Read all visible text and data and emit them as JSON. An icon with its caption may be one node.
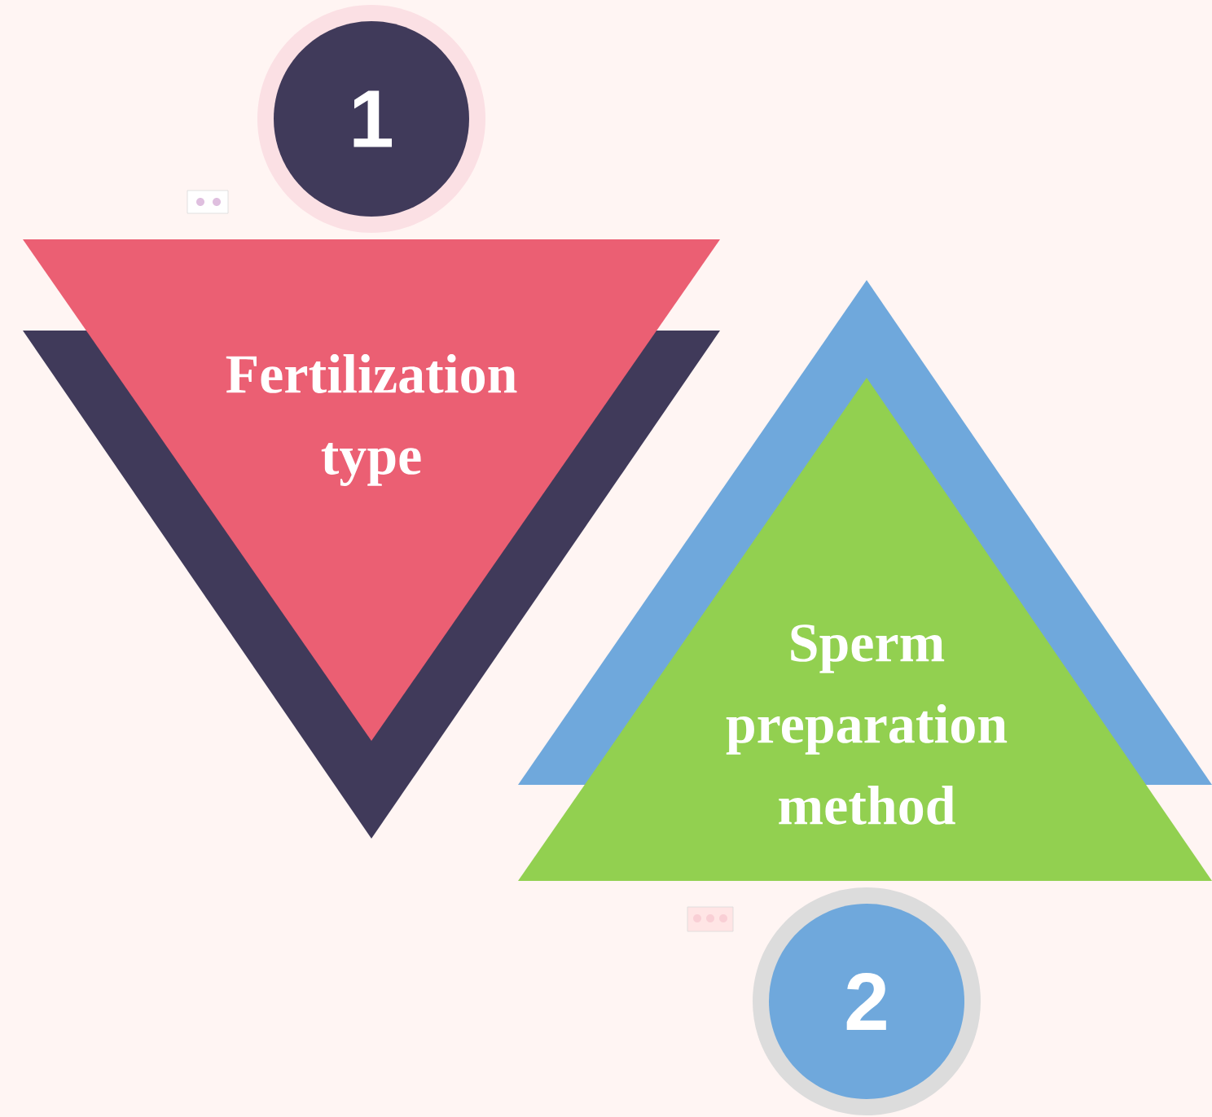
{
  "diagram": {
    "nodes": [
      {
        "text": [
          "1"
        ]
      },
      {
        "text": [
          "Fertilization type"
        ]
      },
      {
        "text": [
          "Sperm preparation method"
        ]
      },
      {
        "text": [
          "2"
        ]
      }
    ]
  }
}
